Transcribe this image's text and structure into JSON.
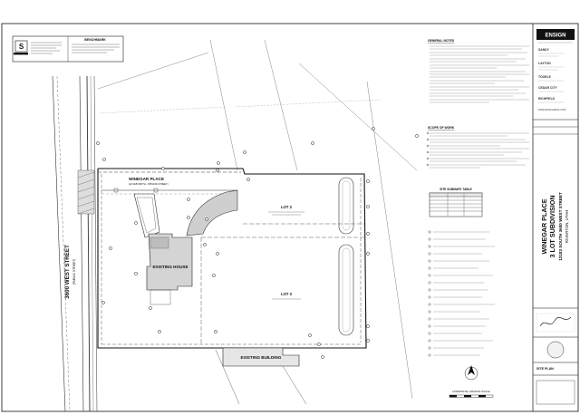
{
  "legend": {
    "title": "BENCHMARK",
    "symbol": "S"
  },
  "streets": {
    "main": "3600 WEST STREET",
    "main_sub": "(PUBLIC STREET)",
    "private": "WINEGAR PLACE",
    "private_sub": "(22 FEB WIDTH - PRIVATE STREET)"
  },
  "buildings": {
    "existing_house": "EXISTING HOUSE",
    "existing_building": "EXISTING BUILDING"
  },
  "lots": {
    "lot2": "LOT 2",
    "lot3": "LOT 3"
  },
  "notes": {
    "general_title": "GENERAL NOTES",
    "scope_title": "SCOPE OF WORK"
  },
  "summary_table": {
    "title": "SITE SUMMARY TABLE"
  },
  "scale_bar": {
    "label": "HORIZONTAL GRAPHIC SCALE"
  },
  "title_block": {
    "company": "ENSIGN",
    "project_line1": "WINEGAR PLACE",
    "project_line2": "3 LOT SUBDIVISION",
    "address1": "12183 SOUTH 3600 WEST STREET",
    "address2": "RIVERTON, UTAH",
    "offices": [
      "SANDY",
      "LAYTON",
      "TOOELE",
      "CEDAR CITY",
      "RICHFIELD"
    ],
    "website": "WWW.ENSIGNENG.COM",
    "sheet_name": "SITE PLAN"
  }
}
